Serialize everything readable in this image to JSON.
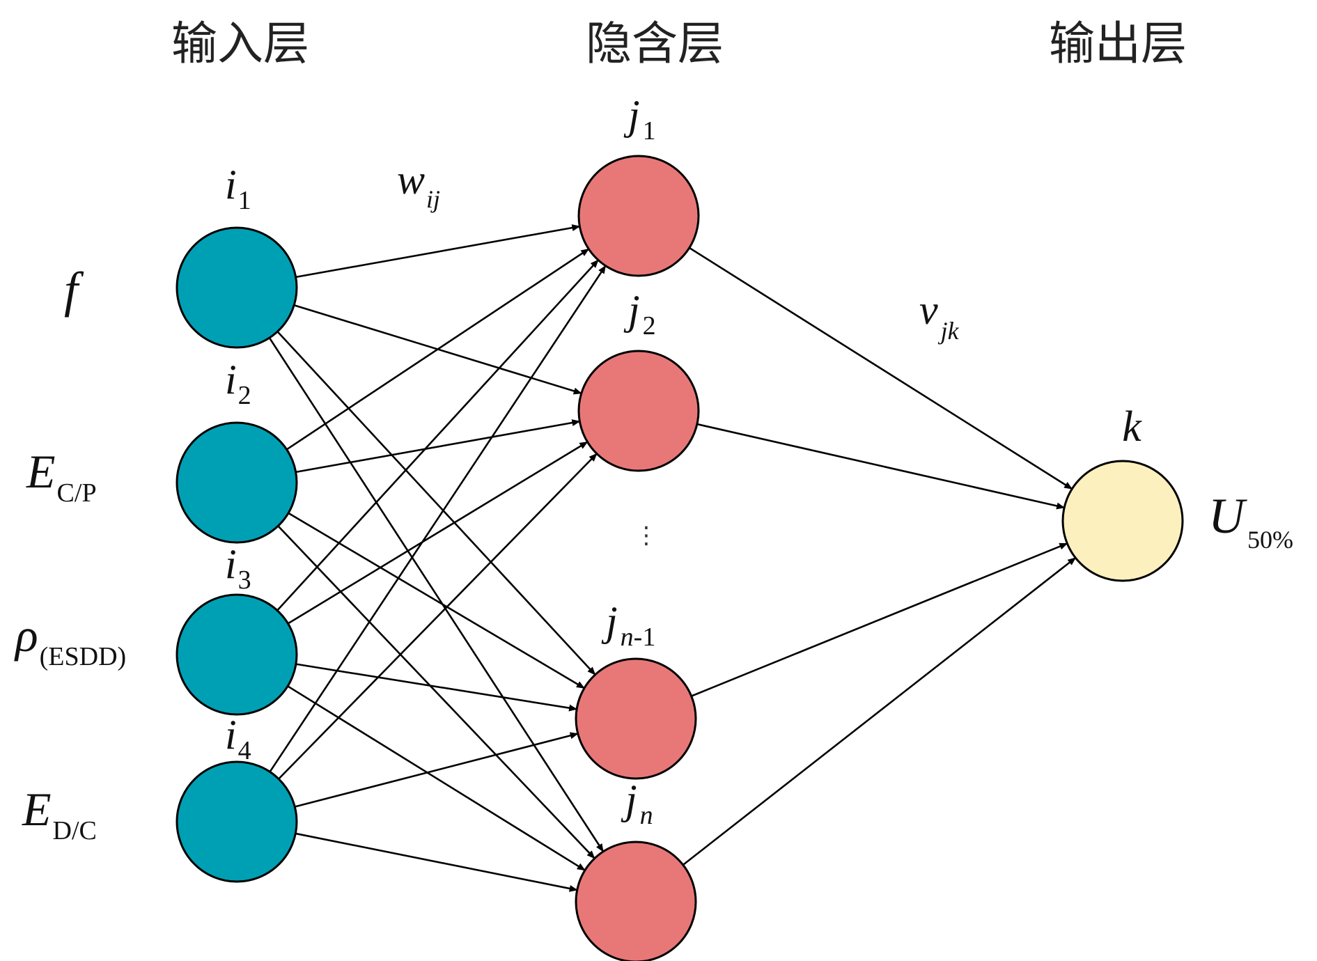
{
  "layers": {
    "input_title": "输入层",
    "hidden_title": "隐含层",
    "output_title": "输出层"
  },
  "colors": {
    "input_node": "#00A0B4",
    "hidden_node": "#E87878",
    "output_node": "#FCF0BE",
    "edge": "#000000"
  },
  "input_nodes": [
    {
      "name": "i",
      "sub": "1",
      "variable": "f",
      "variable_sub": ""
    },
    {
      "name": "i",
      "sub": "2",
      "variable": "E",
      "variable_sub": "C/P"
    },
    {
      "name": "i",
      "sub": "3",
      "variable": "ρ",
      "variable_sub": "(ESDD)"
    },
    {
      "name": "i",
      "sub": "4",
      "variable": "E",
      "variable_sub": "D/C"
    }
  ],
  "hidden_nodes": [
    {
      "name": "j",
      "sub": "1"
    },
    {
      "name": "j",
      "sub": "2"
    },
    {
      "name": "j",
      "sub_italic": "n",
      "sub": "-1"
    },
    {
      "name": "j",
      "sub_italic": "n",
      "sub": ""
    }
  ],
  "hidden_ellipsis": "⋮",
  "output_node": {
    "name": "k",
    "variable": "U",
    "variable_sub": "50%"
  },
  "weights": {
    "input_hidden": {
      "name": "w",
      "sub": "ij"
    },
    "hidden_output": {
      "name": "v",
      "sub": "jk"
    }
  }
}
